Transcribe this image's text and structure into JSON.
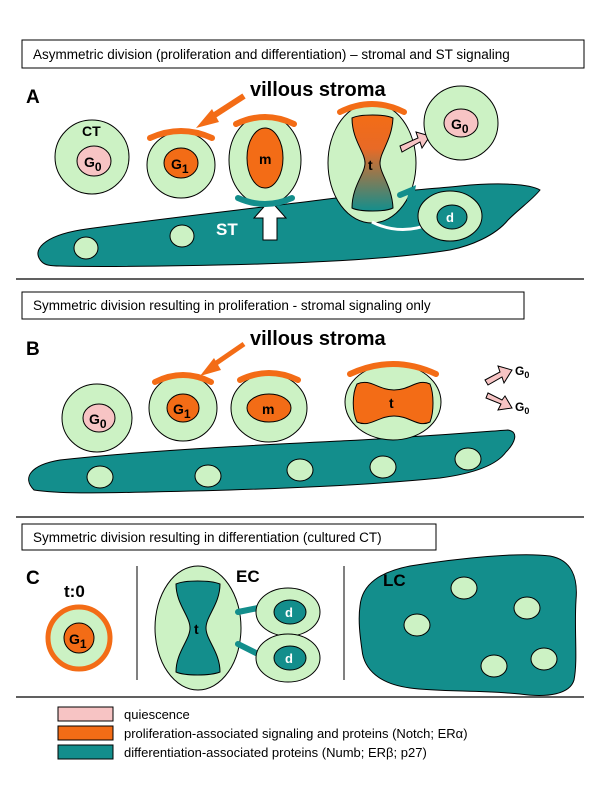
{
  "panels": {
    "a": {
      "letter": "A",
      "title": "Asymmetric division (proliferation and differentiation) – stromal and ST signaling",
      "stroma_label": "villous stroma",
      "ct_label": "CT",
      "st_label": "ST",
      "g0_base": "G",
      "g0_sub": "0",
      "g1_base": "G",
      "g1_sub": "1",
      "m_label": "m",
      "t_label": "t",
      "d_label": "d"
    },
    "b": {
      "letter": "B",
      "title": "Symmetric division resulting in proliferation - stromal signaling only",
      "stroma_label": "villous stroma",
      "g0_base": "G",
      "g0_sub": "0",
      "g1_base": "G",
      "g1_sub": "1",
      "m_label": "m",
      "t_label": "t"
    },
    "c": {
      "letter": "C",
      "title": "Symmetric division resulting in differentiation (cultured CT)",
      "t0_label": "t:0",
      "ec_label": "EC",
      "lc_label": "LC",
      "g1_base": "G",
      "g1_sub": "1",
      "t_label": "t",
      "d_label": "d"
    }
  },
  "legend": {
    "items": [
      {
        "label": "quiescence",
        "color": "#f7c4c4"
      },
      {
        "label": "proliferation-associated signaling and proteins (Notch; ERα)",
        "color": "#f36c16"
      },
      {
        "label": "differentiation-associated proteins (Numb; ERβ; p27)",
        "color": "#138e8c"
      }
    ]
  },
  "colors": {
    "cell": "#ccf2c4",
    "quiescence": "#f7c4c4",
    "proliferation": "#f36c16",
    "differentiation": "#138e8c"
  }
}
